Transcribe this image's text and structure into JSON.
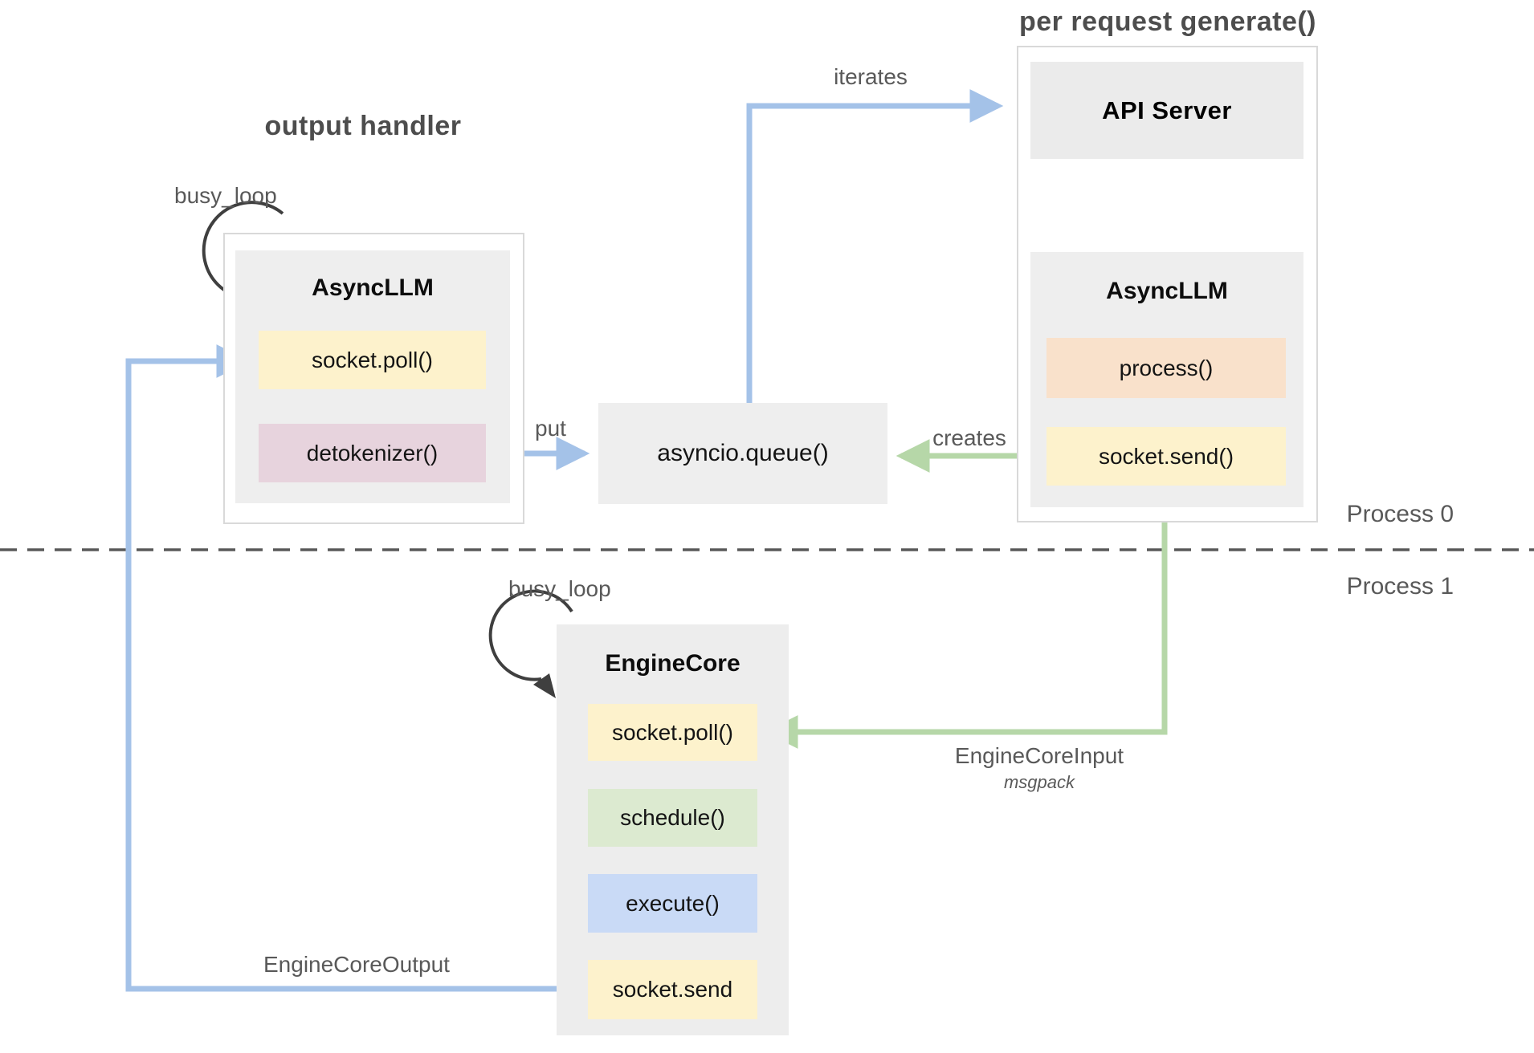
{
  "titles": {
    "output_handler": "output handler",
    "per_request": "per request generate()"
  },
  "annotations": {
    "busy_loop_left": "busy_loop",
    "busy_loop_engine": "busy_loop",
    "iterates": "iterates",
    "put": "put",
    "creates": "creates",
    "engine_core_input": "EngineCoreInput",
    "msgpack": "msgpack",
    "engine_core_output": "EngineCoreOutput",
    "process0": "Process 0",
    "process1": "Process 1"
  },
  "left_asyncllm": {
    "title": "AsyncLLM",
    "methods": [
      {
        "label": "socket.poll()",
        "color": "yellow"
      },
      {
        "label": "detokenizer()",
        "color": "pink"
      }
    ]
  },
  "right_column": {
    "api_server": "API Server",
    "asyncllm": {
      "title": "AsyncLLM",
      "methods": [
        {
          "label": "process()",
          "color": "peach"
        },
        {
          "label": "socket.send()",
          "color": "yellow"
        }
      ]
    }
  },
  "queue": {
    "label": "asyncio.queue()"
  },
  "engine_core": {
    "title": "EngineCore",
    "methods": [
      {
        "label": "socket.poll()",
        "color": "yellow"
      },
      {
        "label": "schedule()",
        "color": "green"
      },
      {
        "label": "execute()",
        "color": "blue"
      },
      {
        "label": "socket.send",
        "color": "yellow"
      }
    ]
  },
  "colors": {
    "arrow_blue": "#a4c2e8",
    "arrow_green": "#b6d7a8",
    "loop_arrow": "#3f3f3f",
    "dashed_line": "#595959",
    "fill_yellow": "#fdf2cc",
    "fill_pink": "#e7d3dd",
    "fill_peach": "#f9e1cb",
    "fill_green": "#dcead0",
    "fill_blue": "#c9daf6",
    "fill_gray": "#eeeeee",
    "outer_border": "#d9d9d9"
  }
}
